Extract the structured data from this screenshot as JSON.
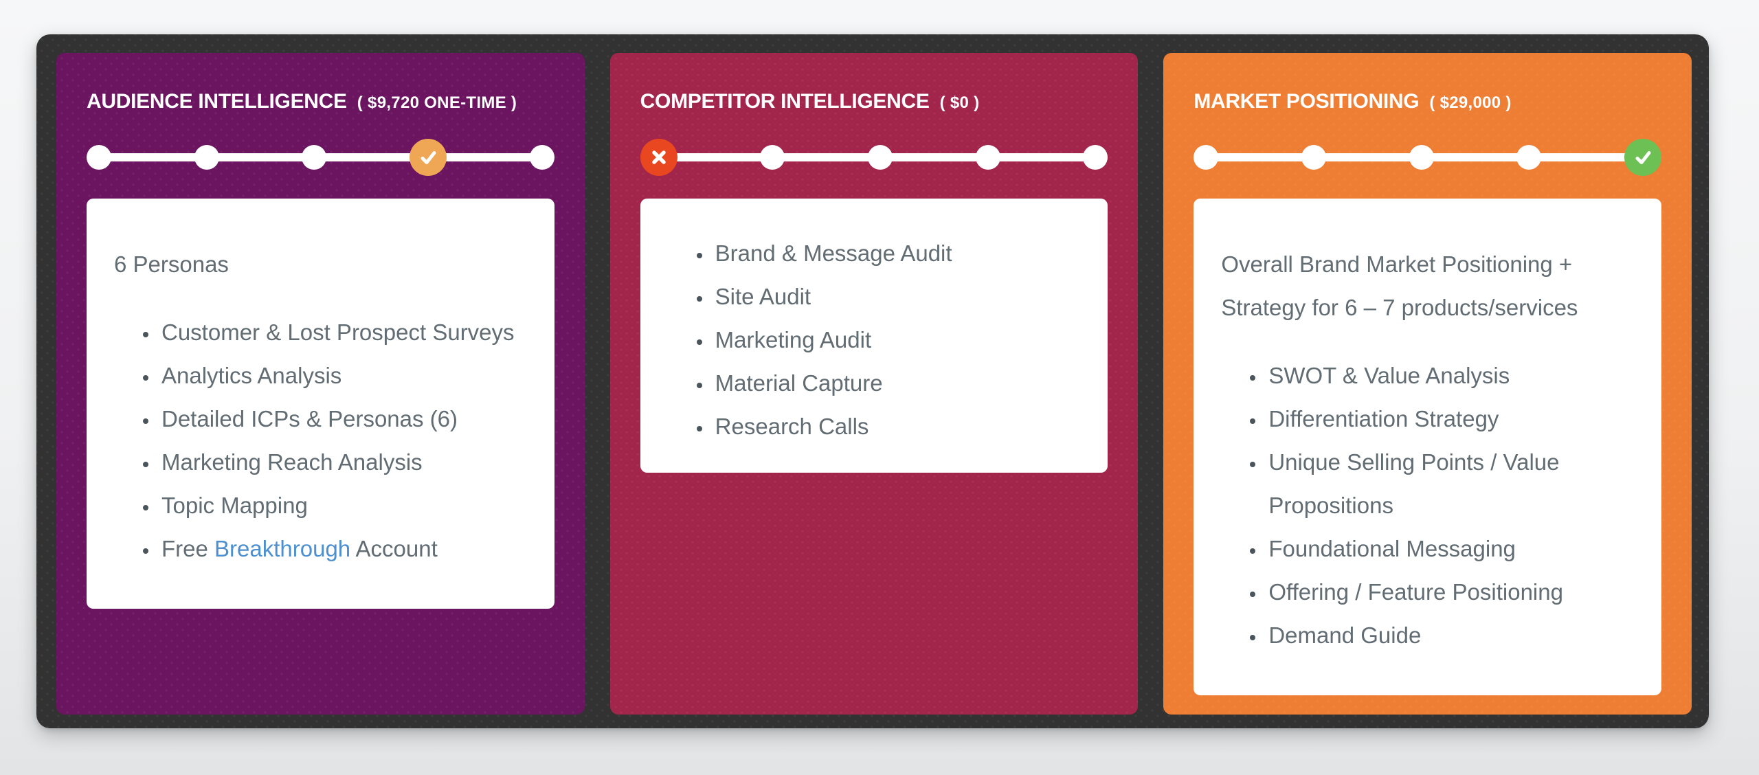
{
  "page": {
    "background_color": "#f0f1f2",
    "frame_color": "#323232",
    "dot_color": "#ffffff",
    "line_color": "#ffffff",
    "text_color": "#626c73",
    "link_color": "#4e90cf"
  },
  "cards": [
    {
      "title": "AUDIENCE INTELLIGENCE",
      "price": "( $9,720 ONE-TIME )",
      "color": "#6B1560",
      "steps": [
        {
          "type": "dot"
        },
        {
          "type": "dot"
        },
        {
          "type": "dot"
        },
        {
          "type": "check",
          "color": "#EFA755"
        },
        {
          "type": "dot"
        }
      ],
      "intro": "6 Personas",
      "items": [
        {
          "text": "Customer & Lost Prospect Surveys"
        },
        {
          "text": "Analytics Analysis"
        },
        {
          "text": "Detailed ICPs & Personas (6)"
        },
        {
          "text": "Marketing Reach Analysis"
        },
        {
          "text": "Topic Mapping"
        },
        {
          "segments": [
            {
              "text": "Free "
            },
            {
              "text": "Breakthrough",
              "link": true
            },
            {
              "text": " Account"
            }
          ]
        }
      ]
    },
    {
      "title": "COMPETITOR INTELLIGENCE",
      "price": "( $0 )",
      "color": "#A2254C",
      "steps": [
        {
          "type": "cross",
          "color": "#E8471F"
        },
        {
          "type": "dot"
        },
        {
          "type": "dot"
        },
        {
          "type": "dot"
        },
        {
          "type": "dot"
        }
      ],
      "intro": null,
      "items": [
        {
          "text": "Brand & Message Audit"
        },
        {
          "text": "Site Audit"
        },
        {
          "text": "Marketing Audit"
        },
        {
          "text": "Material Capture"
        },
        {
          "text": "Research Calls"
        }
      ]
    },
    {
      "title": "MARKET POSITIONING",
      "price": "( $29,000 )",
      "color": "#EE7E33",
      "steps": [
        {
          "type": "dot"
        },
        {
          "type": "dot"
        },
        {
          "type": "dot"
        },
        {
          "type": "dot"
        },
        {
          "type": "check",
          "color": "#6DC054"
        }
      ],
      "intro": "Overall Brand Market Positioning + Strategy for 6 – 7 products/services",
      "items": [
        {
          "text": "SWOT & Value Analysis"
        },
        {
          "text": "Differentiation Strategy"
        },
        {
          "text": "Unique Selling Points / Value Propositions"
        },
        {
          "text": "Foundational Messaging"
        },
        {
          "text": "Offering / Feature Positioning"
        },
        {
          "text": "Demand Guide"
        }
      ]
    }
  ]
}
